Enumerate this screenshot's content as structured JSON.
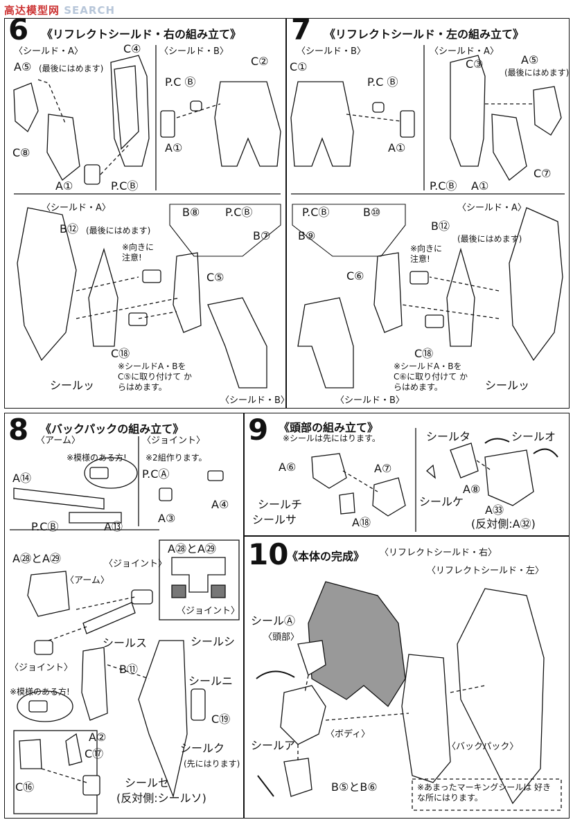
{
  "watermark": {
    "site": "SEARCH",
    "prefix": "高达模型网"
  },
  "step6": {
    "number": "6",
    "title": "《リフレクトシールド・右の組み立て》",
    "labels": {
      "shield_a": "〈シールド・A〉",
      "shield_b": "〈シールド・B〉",
      "a5": "A⑤",
      "a5_note": "(最後にはめます)",
      "c4": "C④",
      "c2": "C②",
      "pcb": "P.C Ⓑ",
      "a1": "A①",
      "c8": "C⑧",
      "a1b": "A①",
      "pcb2": "P.CⒷ",
      "shield_a2": "〈シールド・A〉",
      "b12": "B⑫",
      "b12_note": "(最後にはめます)",
      "b8": "B⑧",
      "pcb3": "P.CⒷ",
      "b7": "B⑦",
      "caution": "※向きに 注意!",
      "c5": "C⑤",
      "c18": "C⑱",
      "install_note": "※シールドA・Bを C⑤に取り付けて からはめます。",
      "seal": "シールッ",
      "shield_b2": "〈シールド・B〉"
    }
  },
  "step7": {
    "number": "7",
    "title": "《リフレクトシールド・左の組み立て》",
    "labels": {
      "shield_b": "〈シールド・B〉",
      "shield_a": "〈シールド・A〉",
      "c1": "C①",
      "pcb": "P.C Ⓑ",
      "c3": "C③",
      "a5": "A⑤",
      "a5_note": "(最後にはめます)",
      "a1": "A①",
      "pcb2": "P.CⒷ",
      "a1b": "A①",
      "c7": "C⑦",
      "pcb3": "P.CⒷ",
      "b10": "B⑩",
      "b9": "B⑨",
      "shield_a2": "〈シールド・A〉",
      "b12": "B⑫",
      "b12_note": "(最後にはめます)",
      "caution": "※向きに 注意!",
      "c6": "C⑥",
      "c18": "C⑱",
      "install_note": "※シールドA・Bを C⑥に取り付けて からはめます。",
      "seal": "シールッ",
      "shield_b2": "〈シールド・B〉"
    }
  },
  "step8": {
    "number": "8",
    "title": "《バックパックの組み立て》",
    "labels": {
      "arm": "〈アーム〉",
      "joint": "〈ジョイント〉",
      "pattern_note": "※模様のある方!",
      "two_sets": "※2組作ります。",
      "a14": "A⑭",
      "pca": "P.CⒶ",
      "a4": "A④",
      "a3": "A③",
      "pcb": "P.CⒷ",
      "a13": "A⑬",
      "a28a29": "A㉘とA㉙",
      "joint2": "〈ジョイント〉",
      "arm2": "〈アーム〉",
      "a28a29b": "A㉘とA㉙",
      "joint3": "〈ジョイント〉",
      "seal_su": "シールス",
      "seal_shi": "シールシ",
      "joint4": "〈ジョイント〉",
      "b11": "B⑪",
      "seal_ni": "シールニ",
      "pattern_note2": "※模様のある方!",
      "a2": "A②",
      "c17": "C⑰",
      "c19": "C⑲",
      "seal_ku": "シールク",
      "ku_note": "(先にはります)",
      "c16": "C⑯",
      "seal_se": "シールセ",
      "opposite": "(反対側:シールソ)"
    }
  },
  "step9": {
    "number": "9",
    "title": "《頭部の組み立て》",
    "note": "※シールは先にはります。",
    "labels": {
      "seal_ta": "シールタ",
      "seal_o": "シールオ",
      "a6": "A⑥",
      "a7": "A⑦",
      "a8": "A⑧",
      "seal_ke": "シールケ",
      "seal_chi": "シールチ",
      "seal_sa": "シールサ",
      "a18": "A⑱",
      "a33": "A㉝",
      "opposite": "(反対側:A㉜)"
    }
  },
  "step10": {
    "number": "10",
    "title": "《本体の完成》",
    "labels": {
      "shield_r": "〈リフレクトシールド・右〉",
      "shield_l": "〈リフレクトシールド・左〉",
      "seal_a": "シールⒶ",
      "head": "〈頭部〉",
      "body": "〈ボディ〉",
      "backpack": "〈バックパック〉",
      "seal_a2": "シールア",
      "b5b6": "B⑤とB⑥",
      "leftover": "※あまったマーキングシールは 好きな所にはります。"
    }
  }
}
